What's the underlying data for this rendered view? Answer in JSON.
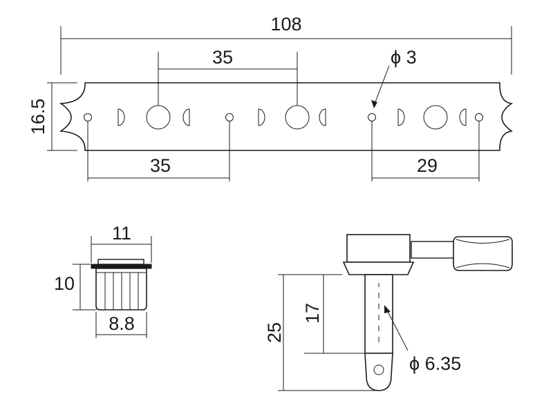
{
  "plate": {
    "overall_length": "108",
    "post_spacing_top": "35",
    "screw_spacing_bottom": "35",
    "end_screw_spacing": "29",
    "plate_height": "16.5",
    "screw_hole_diameter": "ϕ 3"
  },
  "bushing": {
    "top_width": "11",
    "height": "10",
    "bottom_width": "8.8"
  },
  "tuner": {
    "post_length": "25",
    "upper_length": "17",
    "post_diameter": "ϕ 6.35"
  }
}
